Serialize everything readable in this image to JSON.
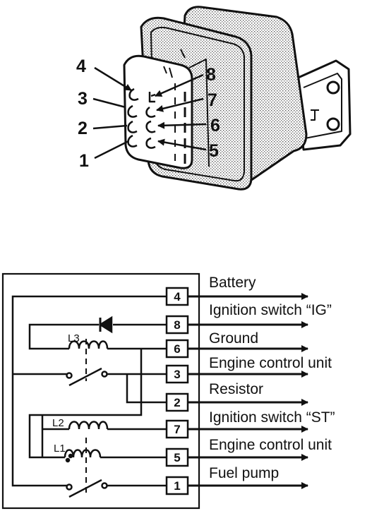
{
  "relay": {
    "pin_labels": [
      "4",
      "3",
      "2",
      "1",
      "8",
      "7",
      "6",
      "5"
    ]
  },
  "schematic": {
    "terminals": [
      "4",
      "8",
      "6",
      "3",
      "2",
      "7",
      "5",
      "1"
    ],
    "signals": [
      "Battery",
      "Ignition switch “IG”",
      "Ground",
      "Engine control unit",
      "Resistor",
      "Ignition switch “ST”",
      "Engine control unit",
      "Fuel pump"
    ],
    "coil_labels": [
      "L3",
      "L2",
      "L1"
    ]
  }
}
